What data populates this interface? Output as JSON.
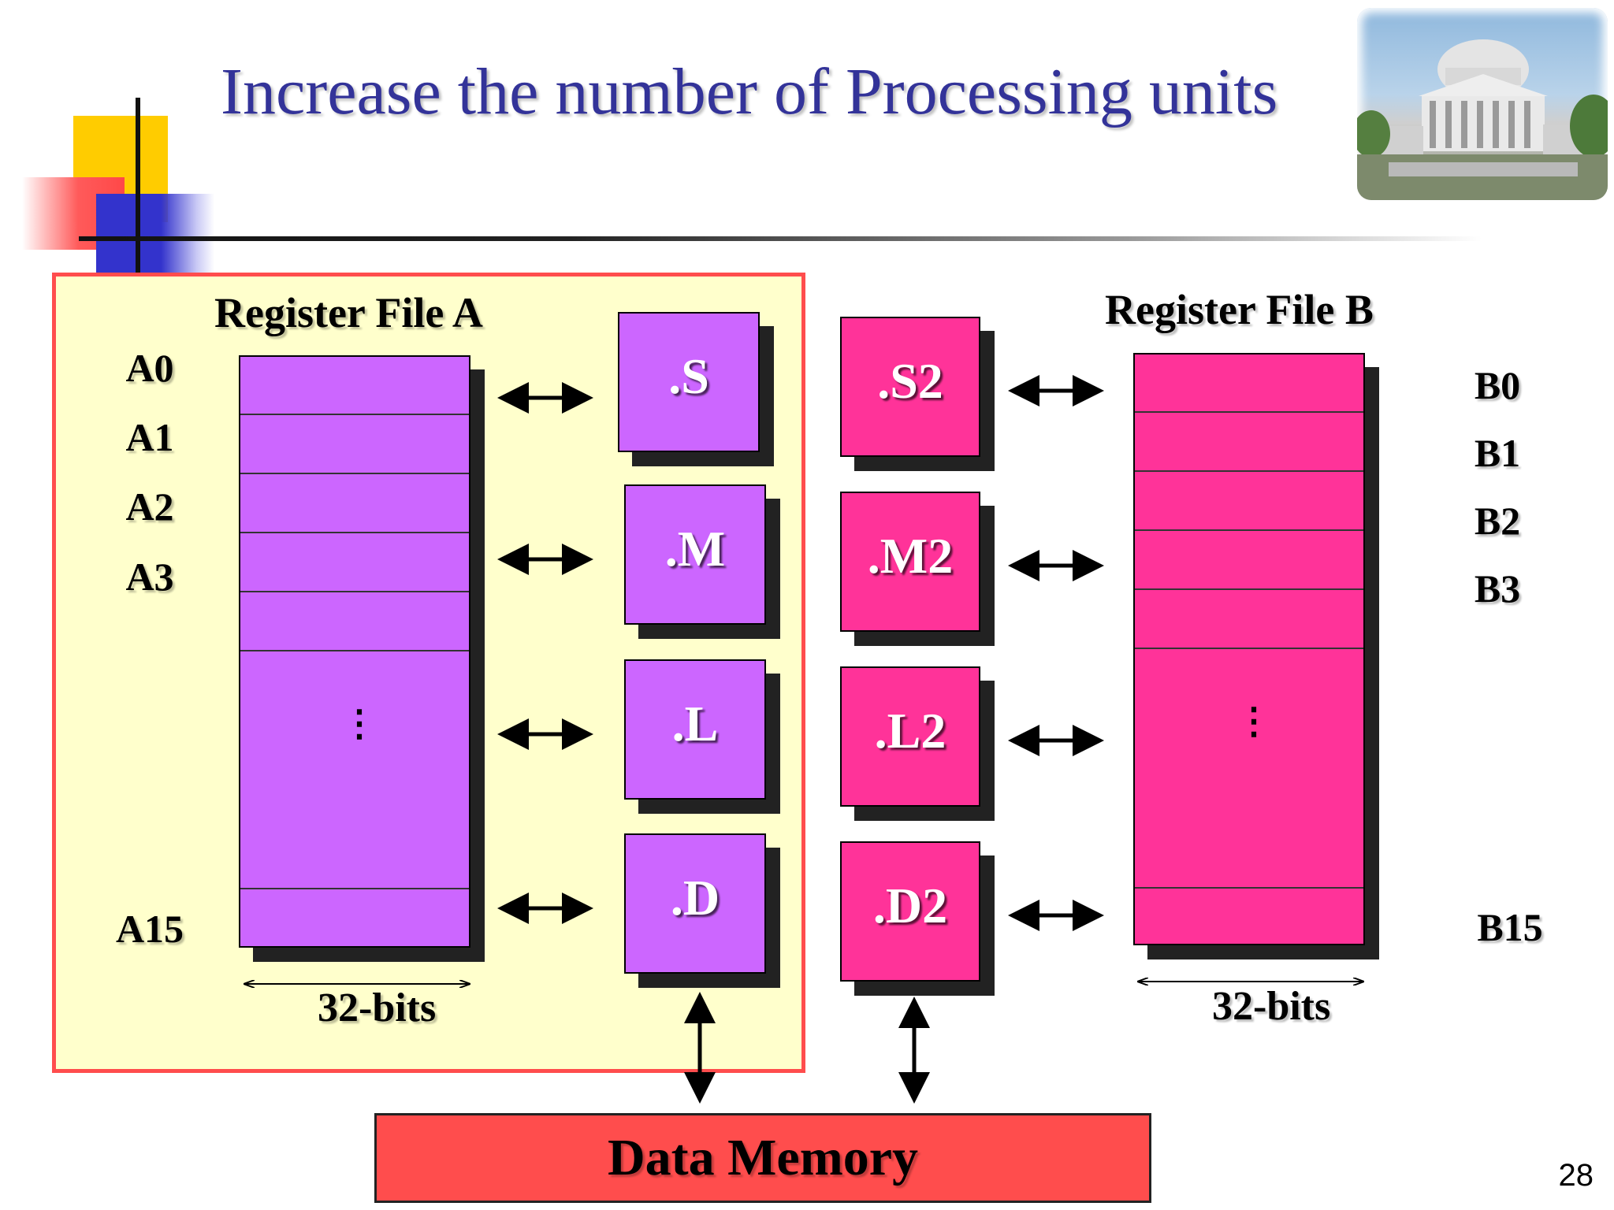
{
  "slide": {
    "title": "Increase the number of Processing units",
    "page_number": "28"
  },
  "register_file_a": {
    "title": "Register File A",
    "labels": [
      "A0",
      "A1",
      "A2",
      "A3",
      "A15"
    ],
    "width_label": "32-bits",
    "ellipsis": "⋮"
  },
  "register_file_b": {
    "title": "Register File B",
    "labels": [
      "B0",
      "B1",
      "B2",
      "B3",
      "B15"
    ],
    "width_label": "32-bits",
    "ellipsis": "⋮"
  },
  "units_a": [
    ".S",
    ".M",
    ".L",
    ".D"
  ],
  "units_b": [
    ".S2",
    ".M2",
    ".L2",
    ".D2"
  ],
  "data_memory": {
    "label": "Data Memory"
  },
  "colors": {
    "title": "#333399",
    "panel_fill": "#ffffcc",
    "panel_border": "#ff4d4d",
    "unit_a_fill": "#cc66ff",
    "unit_b_fill": "#ff3399",
    "memory_fill": "#ff4d4d"
  }
}
